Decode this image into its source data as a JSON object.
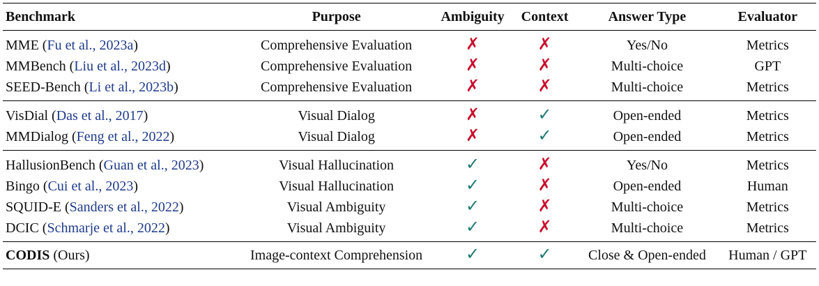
{
  "columns": [
    "Benchmark",
    "Purpose",
    "Ambiguity",
    "Context",
    "Answer Type",
    "Evaluator"
  ],
  "colors": {
    "cross": "#c8102e",
    "check": "#1f7a74",
    "citation": "#1f3b8a"
  },
  "icons": {
    "yes": "check-icon",
    "no": "cross-icon"
  },
  "groups": [
    [
      {
        "name": "MME",
        "cite": "Fu et al., 2023a",
        "purpose": "Comprehensive Evaluation",
        "ambiguity": false,
        "context": false,
        "answer_type": "Yes/No",
        "evaluator": "Metrics"
      },
      {
        "name": "MMBench",
        "cite": "Liu et al., 2023d",
        "purpose": "Comprehensive Evaluation",
        "ambiguity": false,
        "context": false,
        "answer_type": "Multi-choice",
        "evaluator": "GPT"
      },
      {
        "name": "SEED-Bench",
        "cite": "Li et al., 2023b",
        "purpose": "Comprehensive Evaluation",
        "ambiguity": false,
        "context": false,
        "answer_type": "Multi-choice",
        "evaluator": "Metrics"
      }
    ],
    [
      {
        "name": "VisDial",
        "cite": "Das et al., 2017",
        "purpose": "Visual Dialog",
        "ambiguity": false,
        "context": true,
        "answer_type": "Open-ended",
        "evaluator": "Metrics"
      },
      {
        "name": "MMDialog",
        "cite": "Feng et al., 2022",
        "purpose": "Visual Dialog",
        "ambiguity": false,
        "context": true,
        "answer_type": "Open-ended",
        "evaluator": "Metrics"
      }
    ],
    [
      {
        "name": "HallusionBench",
        "cite": "Guan et al., 2023",
        "purpose": "Visual Hallucination",
        "ambiguity": true,
        "context": false,
        "answer_type": "Yes/No",
        "evaluator": "Metrics"
      },
      {
        "name": "Bingo",
        "cite": "Cui et al., 2023",
        "purpose": "Visual Hallucination",
        "ambiguity": true,
        "context": false,
        "answer_type": "Open-ended",
        "evaluator": "Human"
      },
      {
        "name": "SQUID-E",
        "cite": "Sanders et al., 2022",
        "purpose": "Visual Ambiguity",
        "ambiguity": true,
        "context": false,
        "answer_type": "Multi-choice",
        "evaluator": "Metrics"
      },
      {
        "name": "DCIC",
        "cite": "Schmarje et al., 2022",
        "purpose": "Visual Ambiguity",
        "ambiguity": true,
        "context": false,
        "answer_type": "Multi-choice",
        "evaluator": "Metrics"
      }
    ]
  ],
  "final": {
    "name": "CODIS",
    "suffix": "(Ours)",
    "purpose": "Image-context Comprehension",
    "ambiguity": true,
    "context": true,
    "answer_type": "Close & Open-ended",
    "evaluator": "Human / GPT"
  }
}
